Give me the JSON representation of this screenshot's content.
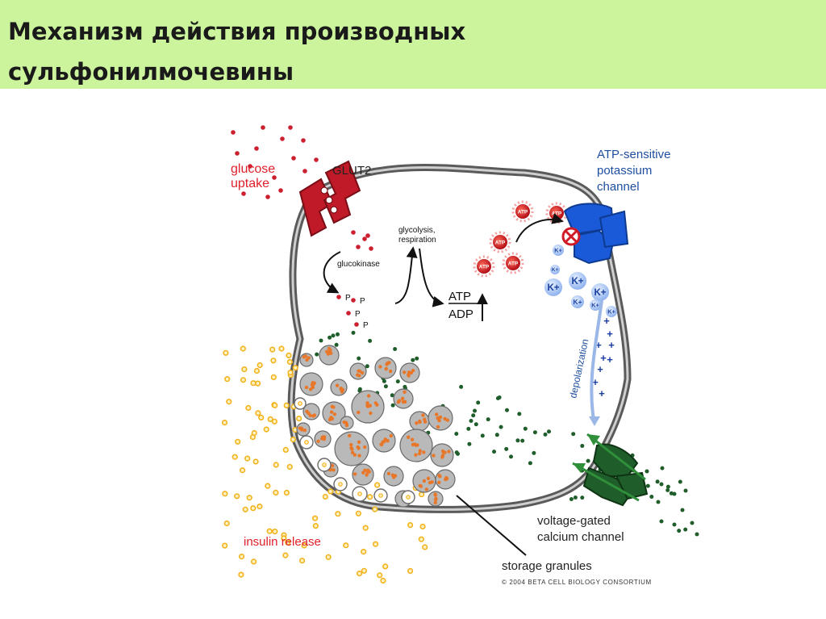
{
  "slide": {
    "title_lines": [
      "Механизм действия производных",
      "сульфонилмочевины"
    ]
  },
  "diagram": {
    "labels": {
      "glucose_uptake": [
        "glucose",
        "uptake"
      ],
      "glut2": "GLUT2",
      "glucokinase": "glucokinase",
      "glycolysis": [
        "glycolysis,",
        "respiration"
      ],
      "atp": "ATP",
      "adp": "ADP",
      "atp_channel": [
        "ATP-sensitive",
        "potassium",
        "channel"
      ],
      "depolarization": "depolarization",
      "calcium_channel": [
        "voltage-gated",
        "calcium channel"
      ],
      "insulin_release": "insulin release",
      "storage_granules": "storage granules",
      "copyright": "© 2004 BETA CELL BIOLOGY CONSORTIUM",
      "phosphate": "P",
      "atp_molecule": "ATP",
      "k_ion": "K+",
      "plus": "+"
    },
    "colors": {
      "title_bg": "#ccf49c",
      "glucose": "#cc1f2f",
      "label_red": "#e0202a",
      "channel_blue": "#1a5ad8",
      "label_blue": "#1f4fa0",
      "calcium_green": "#1f5e2a",
      "insulin": "#f2b21c",
      "granule": "#e8772a",
      "membrane": "#4a4a4a"
    }
  }
}
